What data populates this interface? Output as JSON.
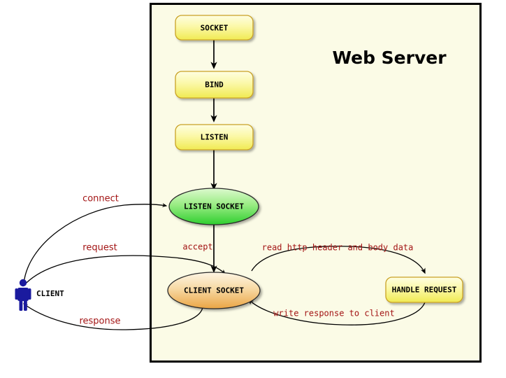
{
  "diagram": {
    "title": "Web Server socket flow",
    "container": {
      "label": "Web Server",
      "background_color": "#fbfbe6",
      "border_color": "#000000"
    },
    "actor": {
      "name": "CLIENT",
      "icon": "person-icon",
      "color": "#1a1a9e"
    },
    "process_nodes": [
      {
        "id": "socket",
        "label": "SOCKET",
        "shape": "rounded-rect",
        "fill_top": "#fdfdd0",
        "fill_bottom": "#f2ec56"
      },
      {
        "id": "bind",
        "label": "BIND",
        "shape": "rounded-rect",
        "fill_top": "#fdfdd0",
        "fill_bottom": "#f2ec56"
      },
      {
        "id": "listen",
        "label": "LISTEN",
        "shape": "rounded-rect",
        "fill_top": "#fdfdd0",
        "fill_bottom": "#f2ec56"
      },
      {
        "id": "handle",
        "label": "HANDLE REQUEST",
        "shape": "rounded-rect",
        "fill_top": "#fdfdd0",
        "fill_bottom": "#f2ec56"
      }
    ],
    "socket_nodes": [
      {
        "id": "listen_socket",
        "label": "LISTEN SOCKET",
        "shape": "ellipse",
        "fill_top": "#d8f7c8",
        "fill_bottom": "#35d235"
      },
      {
        "id": "client_socket",
        "label": "CLIENT SOCKET",
        "shape": "ellipse",
        "fill_top": "#fdf2dc",
        "fill_bottom": "#eda94d"
      }
    ],
    "edge_labels": {
      "connect": "connect",
      "request": "request",
      "response": "response",
      "accept": "accept",
      "read": "read http header and body data",
      "write": "write response to client"
    },
    "colors": {
      "label_red": "#a31515",
      "arrow_black": "#000000",
      "canvas_white": "#ffffff"
    }
  }
}
